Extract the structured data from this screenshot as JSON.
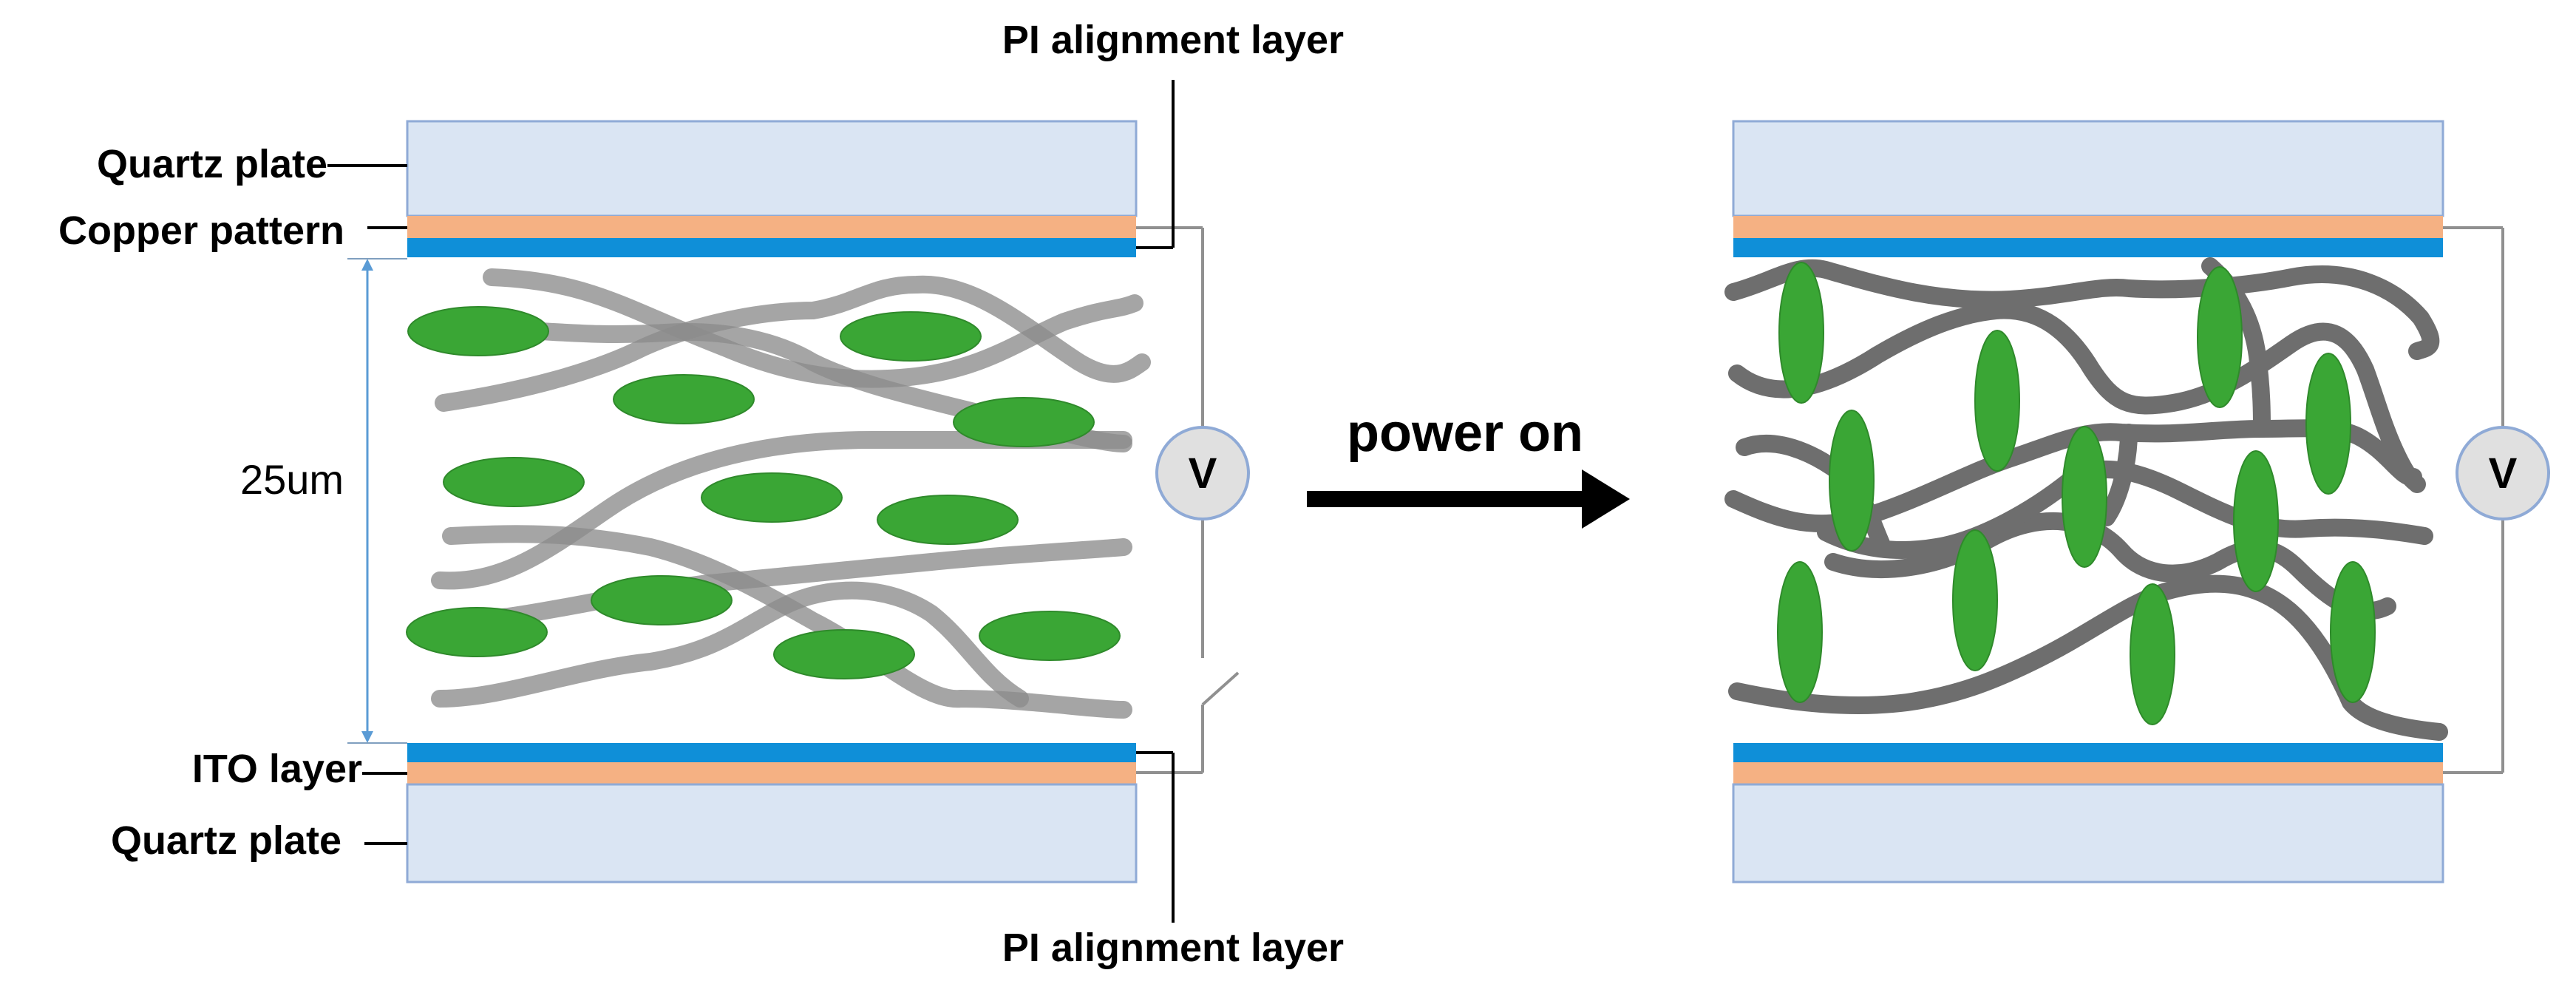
{
  "labels": {
    "pi_top": "PI alignment layer",
    "pi_bottom": "PI alignment layer",
    "quartz_top": "Quartz plate",
    "copper": "Copper pattern",
    "ito": "ITO layer",
    "quartz_bottom": "Quartz plate",
    "thickness": "25um",
    "power_on": "power on",
    "voltmeter_left": "V",
    "voltmeter_right": "V"
  },
  "colors": {
    "quartz": "#dae5f3",
    "quartz_edge": "#8faad6",
    "copper": "#f5b183",
    "ito_pi": "#0f8fd8",
    "molecule": "#3aa635",
    "fiber_off": "#8c8c8c",
    "fiber_on": "#6e6e6e",
    "meter_fill": "#e0e0e0",
    "wire": "#909090"
  },
  "icons": {
    "left_meter": "voltmeter-icon",
    "right_meter": "voltmeter-icon",
    "arrow": "arrow-right-icon"
  }
}
